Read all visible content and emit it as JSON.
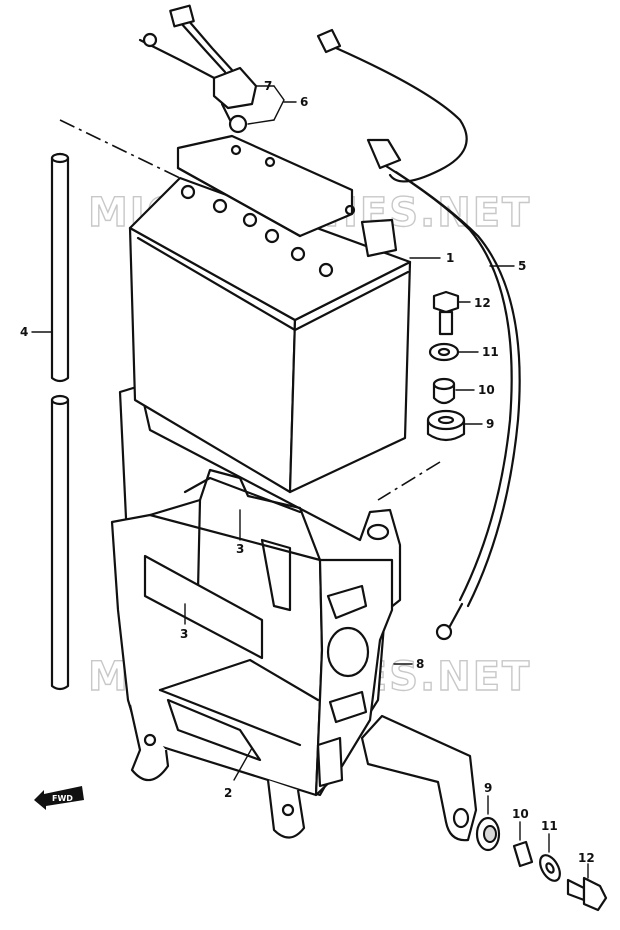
{
  "watermarks": [
    "MICROFICHES.NET",
    "MICROFICHES.NET"
  ],
  "forward_badge": "FWD",
  "callouts": [
    {
      "id": "1",
      "text": "1"
    },
    {
      "id": "2",
      "text": "2"
    },
    {
      "id": "3a",
      "text": "3"
    },
    {
      "id": "3b",
      "text": "3"
    },
    {
      "id": "4",
      "text": "4"
    },
    {
      "id": "5",
      "text": "5"
    },
    {
      "id": "6",
      "text": "6"
    },
    {
      "id": "7",
      "text": "7"
    },
    {
      "id": "8",
      "text": "8"
    },
    {
      "id": "9a",
      "text": "9"
    },
    {
      "id": "10a",
      "text": "10"
    },
    {
      "id": "11a",
      "text": "11"
    },
    {
      "id": "12a",
      "text": "12"
    },
    {
      "id": "9b",
      "text": "9"
    },
    {
      "id": "10b",
      "text": "10"
    },
    {
      "id": "11b",
      "text": "11"
    },
    {
      "id": "12b",
      "text": "12"
    }
  ]
}
